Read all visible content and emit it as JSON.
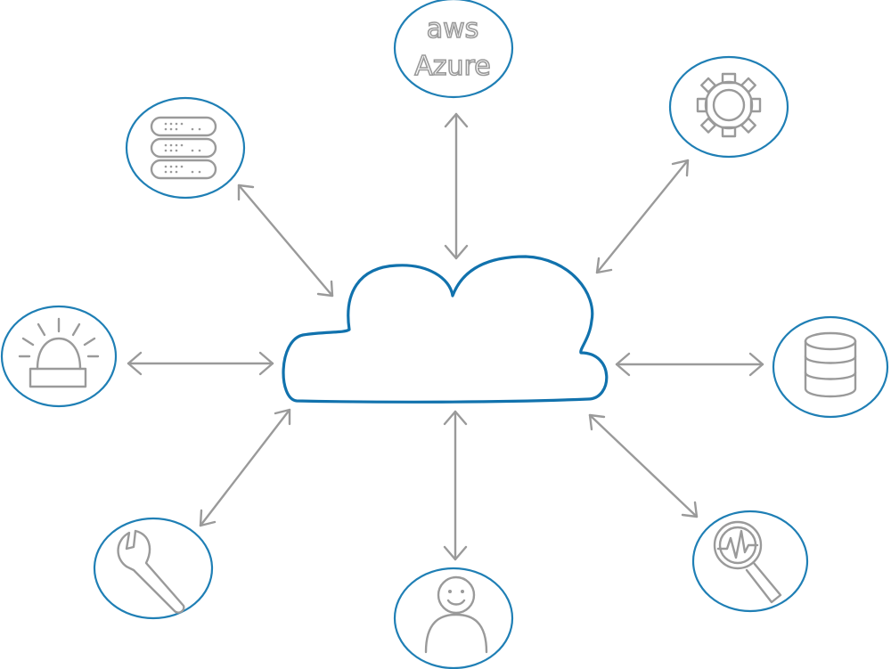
{
  "diagram": {
    "colors": {
      "node_border": "#1f7fb5",
      "cloud": "#1172ad",
      "icon": "#9a9a9a",
      "arrow": "#9a9a9a"
    },
    "center": {
      "icon": "cloud-icon"
    },
    "nodes": [
      {
        "id": "cloud-providers",
        "icon": "aws-azure-icon",
        "lines": [
          "aws",
          "Azure"
        ]
      },
      {
        "id": "settings",
        "icon": "gear-icon"
      },
      {
        "id": "database",
        "icon": "database-icon"
      },
      {
        "id": "monitoring",
        "icon": "magnifier-pulse-icon"
      },
      {
        "id": "user",
        "icon": "person-icon"
      },
      {
        "id": "tools",
        "icon": "wrench-icon"
      },
      {
        "id": "alerts",
        "icon": "alarm-light-icon"
      },
      {
        "id": "servers",
        "icon": "server-rack-icon"
      }
    ],
    "connections": [
      {
        "from": "cloud",
        "to": "cloud-providers",
        "bidirectional": true
      },
      {
        "from": "cloud",
        "to": "settings",
        "bidirectional": true
      },
      {
        "from": "cloud",
        "to": "database",
        "bidirectional": true
      },
      {
        "from": "cloud",
        "to": "monitoring",
        "bidirectional": true
      },
      {
        "from": "cloud",
        "to": "user",
        "bidirectional": true
      },
      {
        "from": "cloud",
        "to": "tools",
        "bidirectional": true
      },
      {
        "from": "cloud",
        "to": "alerts",
        "bidirectional": true
      },
      {
        "from": "cloud",
        "to": "servers",
        "bidirectional": true
      }
    ]
  }
}
